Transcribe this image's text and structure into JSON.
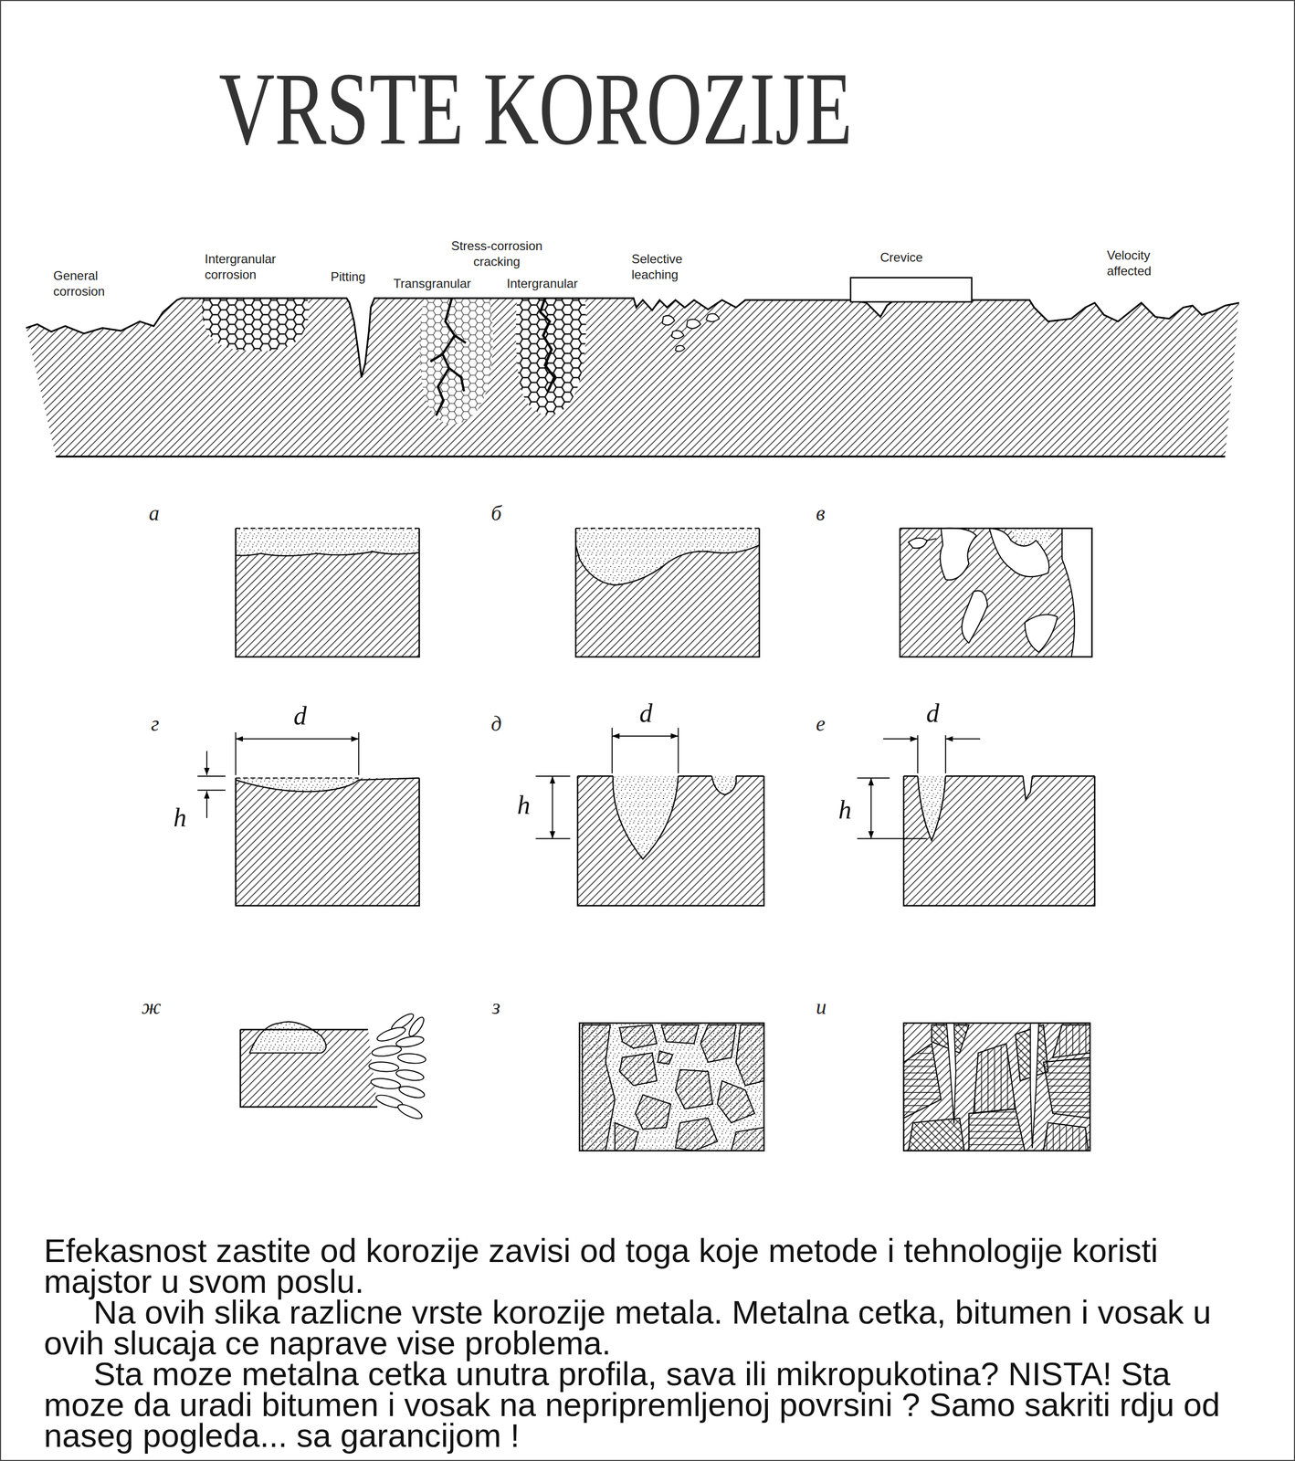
{
  "diagram": {
    "title": "VRSTE KOROZIJE",
    "labels": [
      "General corrosion",
      "Intergranular corrosion",
      "Pitting",
      "Stress-corrosion cracking",
      "Transgranular",
      "Intergranular",
      "Selective leaching",
      "Crevice",
      "Velocity affected",
      "а",
      "б",
      "в",
      "г",
      "d",
      "h",
      "д",
      "d",
      "h",
      "е",
      "d",
      "h",
      "ж",
      "з",
      "и",
      "Efekasnost zastite od korozije zavisi od toga koje metode i tehnologije koristi majstor u svom poslu.",
      "Na ovih slika razlicne vrste korozije metala. Metalna cetka, bitumen i vosak u ovih slucaja ce naprave vise problema.",
      "Sta moze metalna cetka unutra profila, sava ili mikropukotina? NISTA! Sta moze da uradi bitumen i vosak na nepripremljenoj povrsini ? Samo sakriti rdju od naseg pogleda... sa garancijom !"
    ]
  }
}
